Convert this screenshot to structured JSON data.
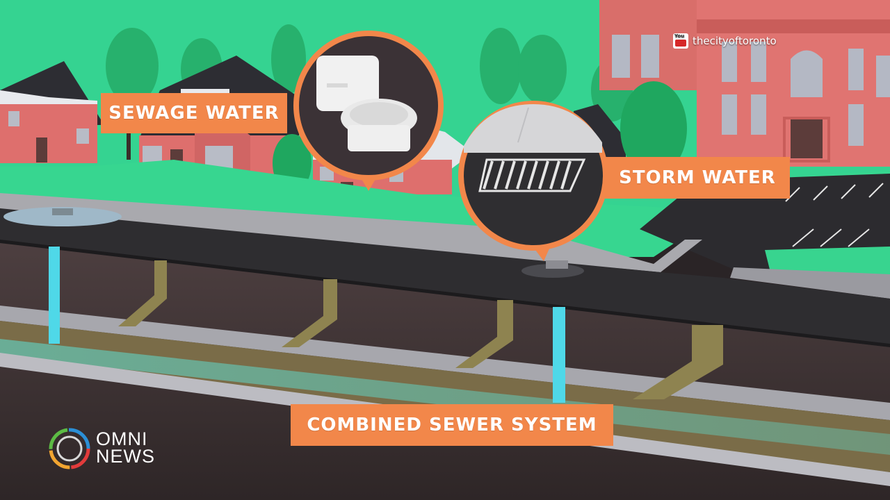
{
  "labels": {
    "sewage": "SEWAGE WATER",
    "storm": "STORM WATER",
    "combined": "COMBINED SEWER SYSTEM"
  },
  "watermark": {
    "icon": "youtube-icon",
    "text": "thecityoftoronto"
  },
  "channel_logo": {
    "line1": "OMNI",
    "line2": "NEWS",
    "icon": "omni-ring-icon"
  },
  "colors": {
    "sky": "#35d391",
    "label_bg": "#f2874a",
    "brick": "#de6f6d",
    "road": "#2f2e31",
    "soil": "#4a3c3d",
    "water": "#4fd8e8",
    "sewage": "#a89a5a",
    "grass": "#3fd98a"
  }
}
